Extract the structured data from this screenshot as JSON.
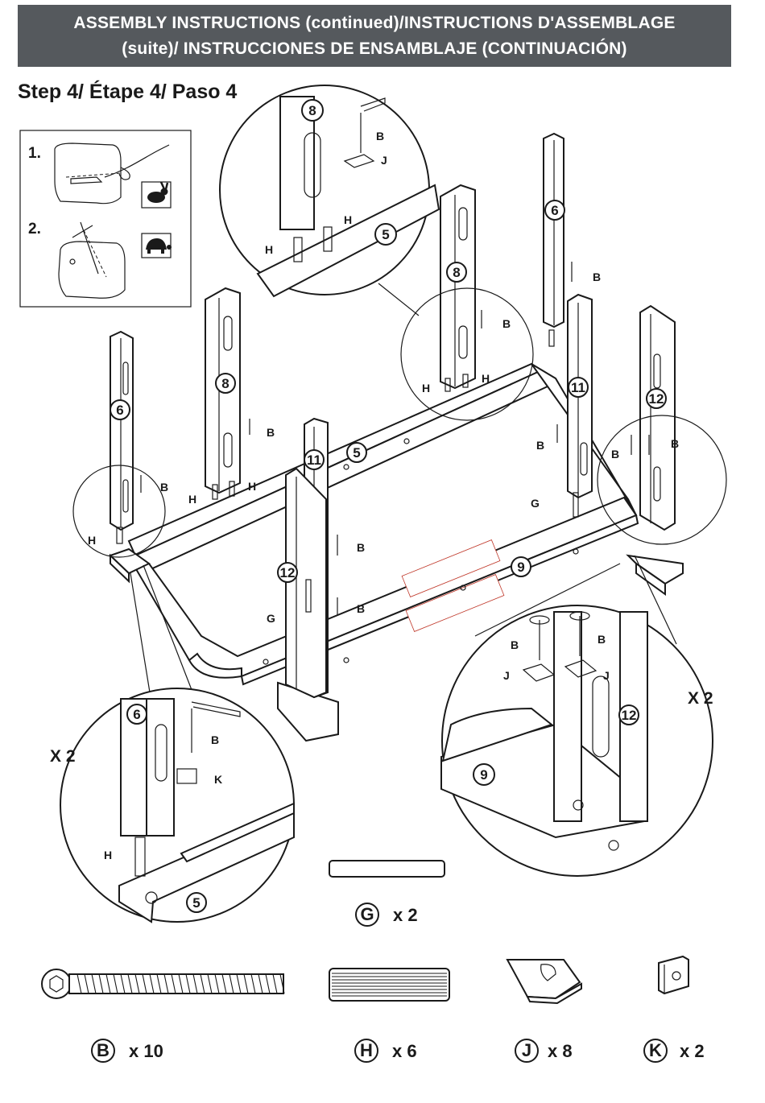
{
  "header": {
    "line1": "ASSEMBLY INSTRUCTIONS (continued)/INSTRUCTIONS D'ASSEMBLAGE",
    "line2": "(suite)/ INSTRUCCIONES DE ENSAMBLAJE (CONTINUACIÓN)"
  },
  "step_title": "Step 4/ Étape 4/ Paso 4",
  "inset": {
    "step1": "1.",
    "step2": "2.",
    "fast_icon": "rabbit-icon",
    "slow_icon": "turtle-icon"
  },
  "part_numbers": {
    "p5": "5",
    "p6": "6",
    "p8": "8",
    "p9": "9",
    "p11": "11",
    "p12": "12"
  },
  "hardware_letters": {
    "B": "B",
    "G": "G",
    "H": "H",
    "J": "J",
    "K": "K"
  },
  "multipliers": {
    "left_zoom": "X 2",
    "right_zoom": "X 2"
  },
  "parts_list": [
    {
      "letter": "G",
      "qty": "x 2"
    },
    {
      "letter": "B",
      "qty": "x 10"
    },
    {
      "letter": "H",
      "qty": "x 6"
    },
    {
      "letter": "J",
      "qty": "x 8"
    },
    {
      "letter": "K",
      "qty": "x 2"
    }
  ],
  "colors": {
    "header_bg": "#55595d",
    "header_text": "#ffffff",
    "line": "#1a1a1a"
  }
}
